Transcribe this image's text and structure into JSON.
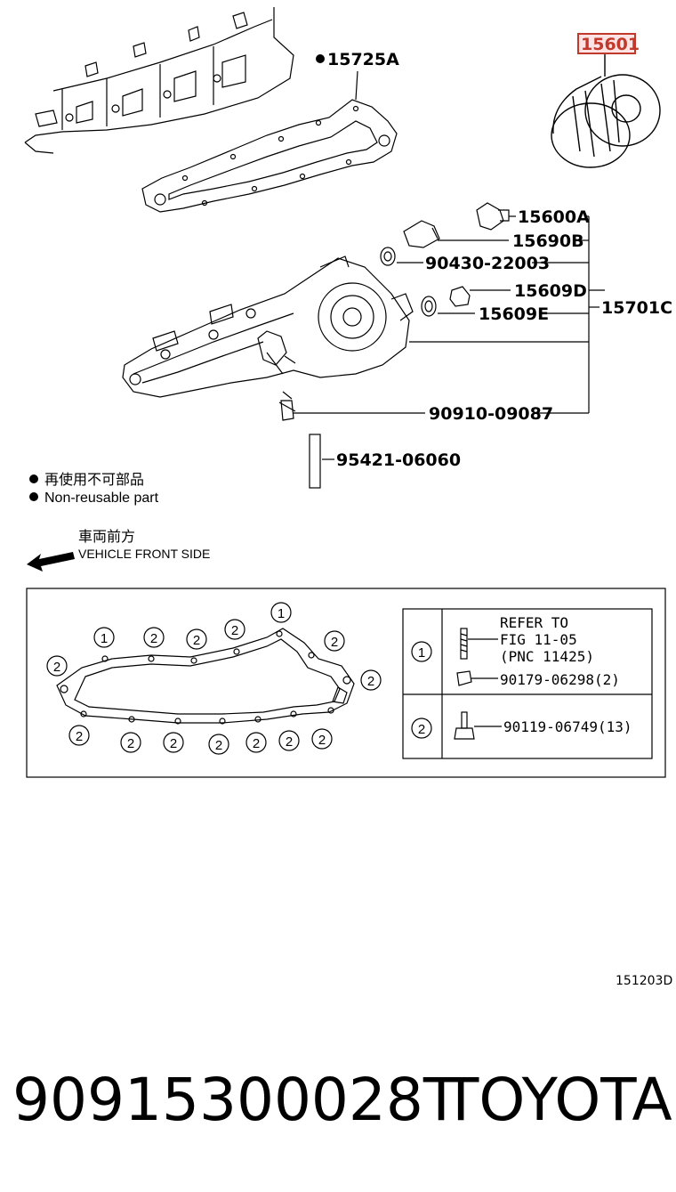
{
  "parts": {
    "p15601": "15601",
    "p15725A": "15725A",
    "p15600A": "15600A",
    "p15690B": "15690B",
    "p90430": "90430-22003",
    "p15609D": "15609D",
    "p15609E": "15609E",
    "p15701C": "15701C",
    "p90910": "90910-09087",
    "p95421": "95421-06060"
  },
  "legend": {
    "bullet": "●",
    "jp": "再使用不可部品",
    "en": "Non-reusable part"
  },
  "front": {
    "jp": "車両前方",
    "en": "VEHICLE FRONT SIDE"
  },
  "inset": {
    "row1_num": "1",
    "row2_num": "2",
    "refer_line1": "REFER TO",
    "refer_line2": "FIG 11-05",
    "refer_line3": "(PNC 11425)",
    "part1b": "90179-06298(2)",
    "part2": "90119-06749(13)",
    "c1": "1",
    "c2": "2"
  },
  "diagram_code": "151203D",
  "footer": {
    "part_number": "90915300028T",
    "brand": "TOYOTA"
  },
  "colors": {
    "highlight": "#c0392b",
    "highlight_fill": "#fde3e3",
    "line": "#000000"
  }
}
